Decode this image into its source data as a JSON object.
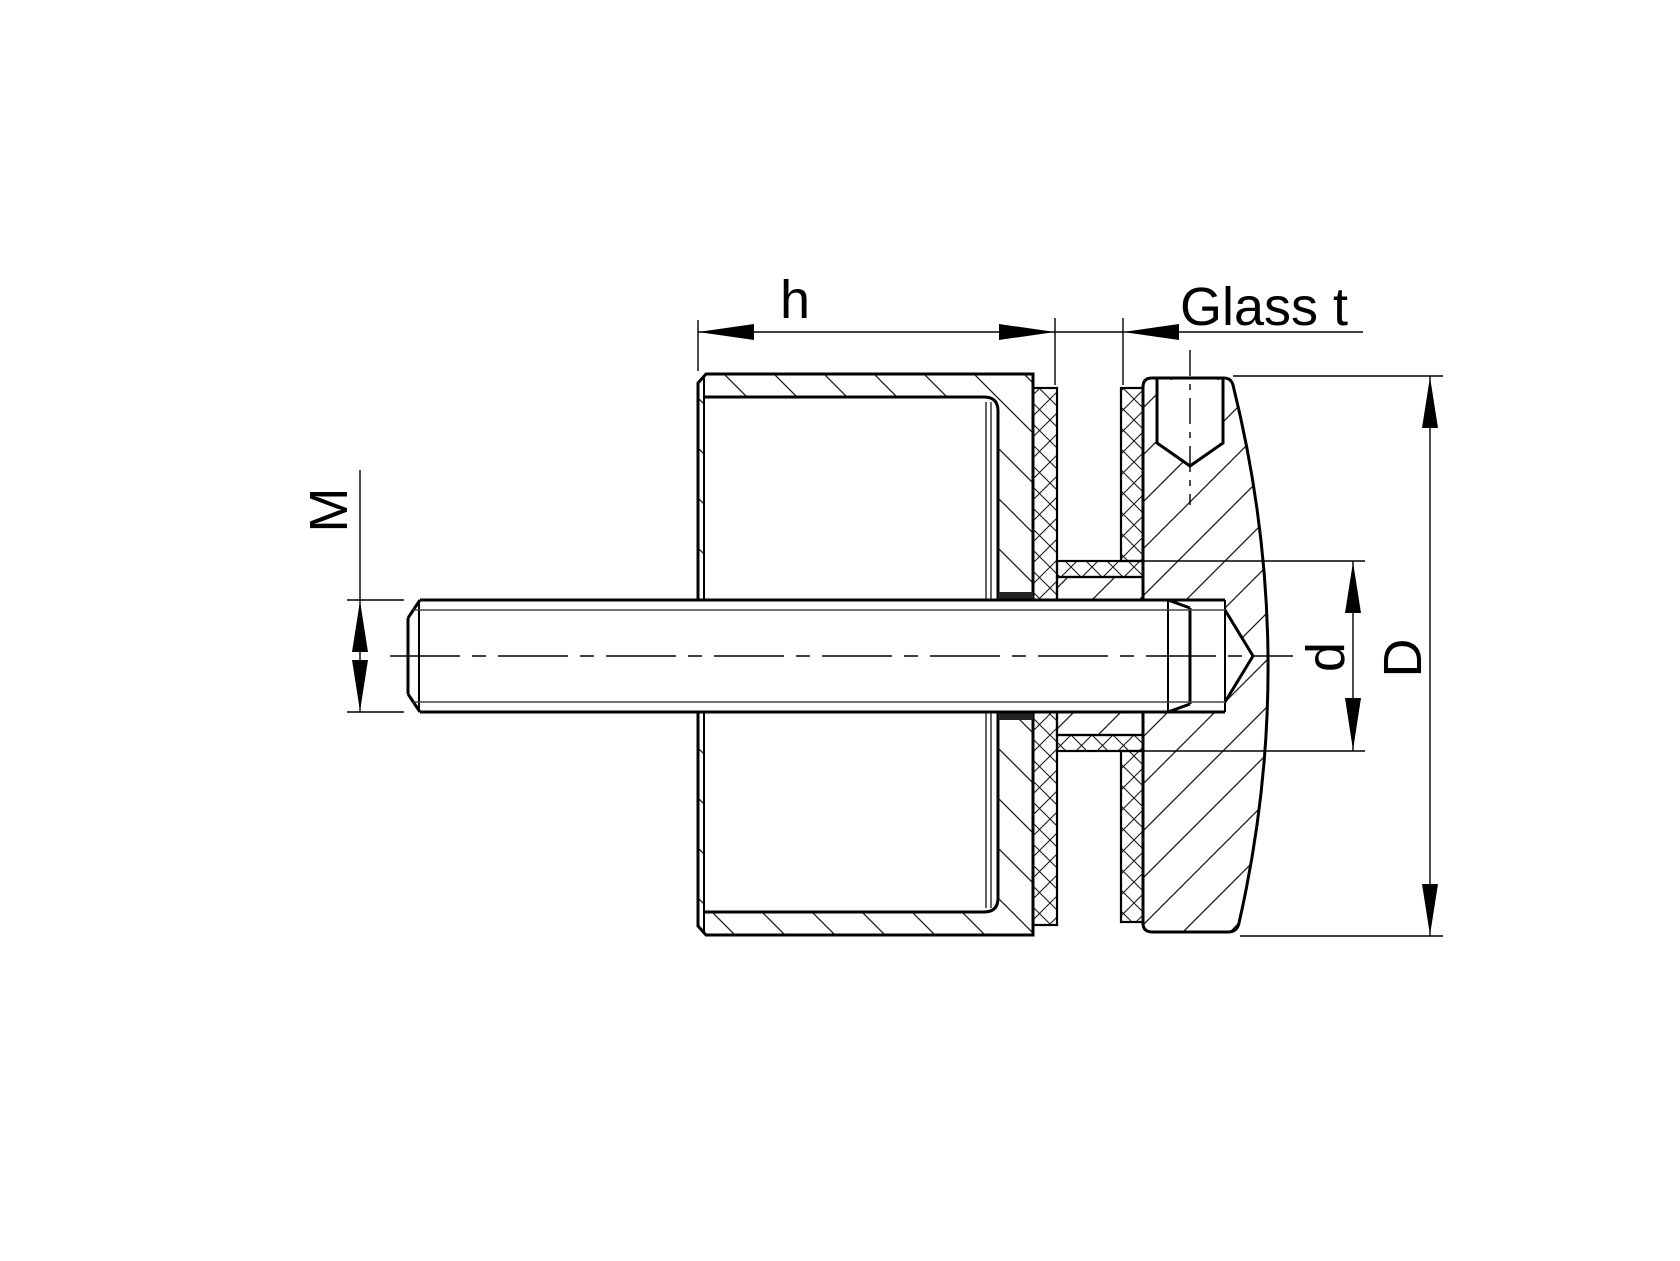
{
  "page": {
    "background": "#ffffff",
    "line_color": "#000000"
  },
  "drawing": {
    "type": "engineering-section-view",
    "subject": "glass adapter point fitting, cross section",
    "labels": {
      "h": "h",
      "glass_t": "Glass t",
      "thread": "M",
      "neck_diameter": "d",
      "body_diameter": "D"
    }
  }
}
